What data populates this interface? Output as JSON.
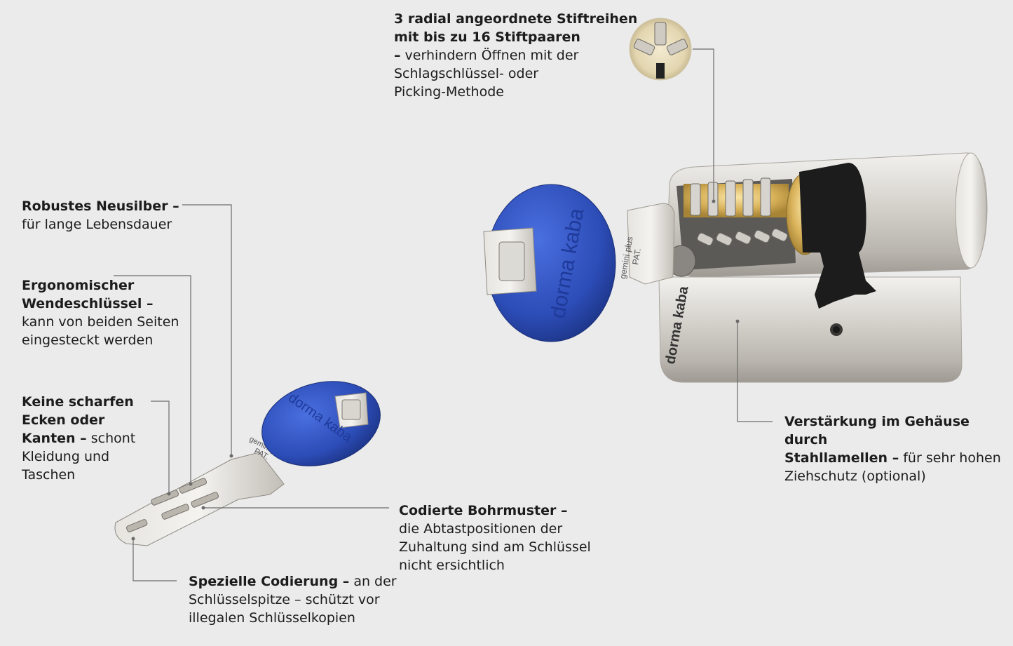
{
  "brand": {
    "key_text": "dorma kaba",
    "key_model": "gemini plus",
    "key_pat": "PAT.",
    "cylinder_text": "dorma kaba"
  },
  "colors": {
    "background": "#ebebeb",
    "key_blue": "#2e4fb8",
    "metal": "#c9c6c0",
    "brass": "#d8b45a",
    "line": "#6b6b6b"
  },
  "callouts": {
    "pins": {
      "bold_lines": [
        "3 radial angeordnete Stiftreihen",
        "mit bis zu 16 Stiftpaaren"
      ],
      "lead": "–",
      "rest_lines": [
        " verhindern Öffnen mit der",
        "Schlagschlüssel- oder",
        "Picking-Methode"
      ]
    },
    "silver": {
      "bold_lines": [
        "Robustes Neusilber –"
      ],
      "rest_lines": [
        "für lange Lebensdauer"
      ]
    },
    "ergo": {
      "bold_lines": [
        "Ergonomischer",
        "Wendeschlüssel –"
      ],
      "rest_lines": [
        "kann von beiden Seiten",
        "eingesteckt werden"
      ]
    },
    "edges": {
      "bold_lines": [
        "Keine scharfen",
        "Ecken oder",
        "Kanten –"
      ],
      "inline_rest": " schont",
      "rest_lines": [
        "Kleidung und",
        "Taschen"
      ]
    },
    "drill": {
      "bold_lines": [
        "Codierte Bohrmuster –"
      ],
      "rest_lines": [
        "die Abtastpositionen der",
        "Zuhaltung sind am Schlüssel",
        "nicht ersichtlich"
      ]
    },
    "coding": {
      "bold": "Spezielle Codierung –",
      "inline_rest": " an der",
      "rest_lines": [
        "Schlüsselspitze – schützt vor",
        "illegalen Schlüsselkopien"
      ]
    },
    "steel": {
      "bold_lines": [
        "Verstärkung im Gehäuse durch"
      ],
      "bold2": "Stahllamellen –",
      "inline_rest": " für sehr hohen",
      "rest_lines": [
        "Ziehschutz (optional)"
      ]
    }
  }
}
